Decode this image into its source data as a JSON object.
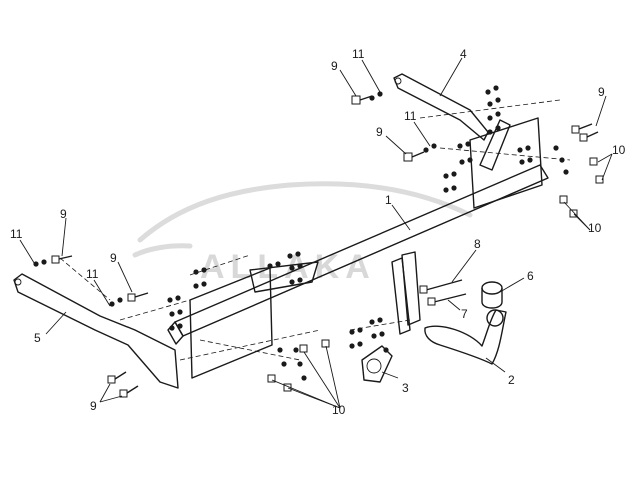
{
  "watermark": {
    "text": "ALLAKA"
  },
  "callouts": [
    {
      "id": "c1",
      "label": "1"
    },
    {
      "id": "c2",
      "label": "2"
    },
    {
      "id": "c3",
      "label": "3"
    },
    {
      "id": "c4",
      "label": "4"
    },
    {
      "id": "c5",
      "label": "5"
    },
    {
      "id": "c6",
      "label": "6"
    },
    {
      "id": "c7",
      "label": "7"
    },
    {
      "id": "c8",
      "label": "8"
    },
    {
      "id": "c9a",
      "label": "9"
    },
    {
      "id": "c9b",
      "label": "9"
    },
    {
      "id": "c9c",
      "label": "9"
    },
    {
      "id": "c9d",
      "label": "9"
    },
    {
      "id": "c9e",
      "label": "9"
    },
    {
      "id": "c9f",
      "label": "9"
    },
    {
      "id": "c10a",
      "label": "10"
    },
    {
      "id": "c10b",
      "label": "10"
    },
    {
      "id": "c10c",
      "label": "10"
    },
    {
      "id": "c11a",
      "label": "11"
    },
    {
      "id": "c11b",
      "label": "11"
    },
    {
      "id": "c11c",
      "label": "11"
    },
    {
      "id": "c11d",
      "label": "11"
    }
  ]
}
